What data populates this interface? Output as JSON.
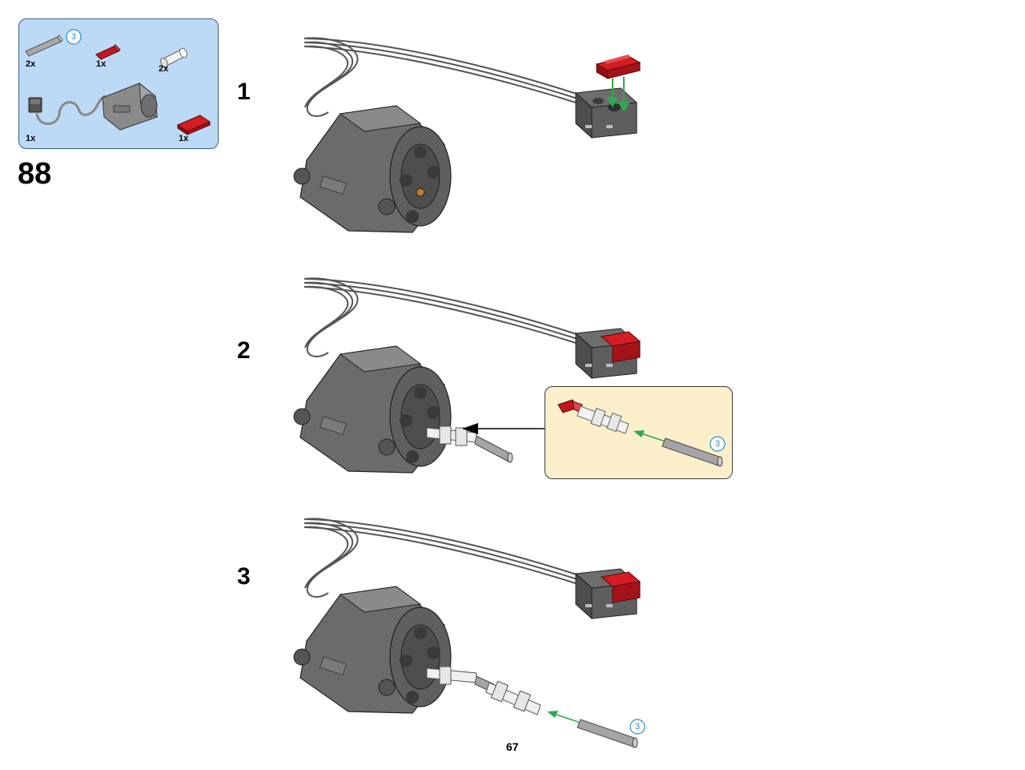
{
  "parts_list": {
    "items": [
      {
        "part": "axle-gray",
        "qty": "2x",
        "length_badge": "3",
        "icon": "gray-axle-icon"
      },
      {
        "part": "pin-red",
        "qty": "1x",
        "icon": "red-axle-pin-icon"
      },
      {
        "part": "connector-white",
        "qty": "2x",
        "icon": "white-axle-connector-icon"
      },
      {
        "part": "motor",
        "qty": "1x",
        "icon": "power-functions-motor-icon"
      },
      {
        "part": "brick-red",
        "qty": "1x",
        "icon": "red-plate-icon"
      }
    ]
  },
  "build_step": "88",
  "steps": [
    {
      "number": "1"
    },
    {
      "number": "2",
      "callout_badge": "3"
    },
    {
      "number": "3",
      "badge": "3"
    }
  ],
  "page_number": "67",
  "colors": {
    "parts_bg": "#bcd9f5",
    "callout_bg": "#fbefcc",
    "arrow_green": "#2fa84f",
    "brick_red": "#c0171c",
    "motor_gray": "#6b6b6b"
  }
}
